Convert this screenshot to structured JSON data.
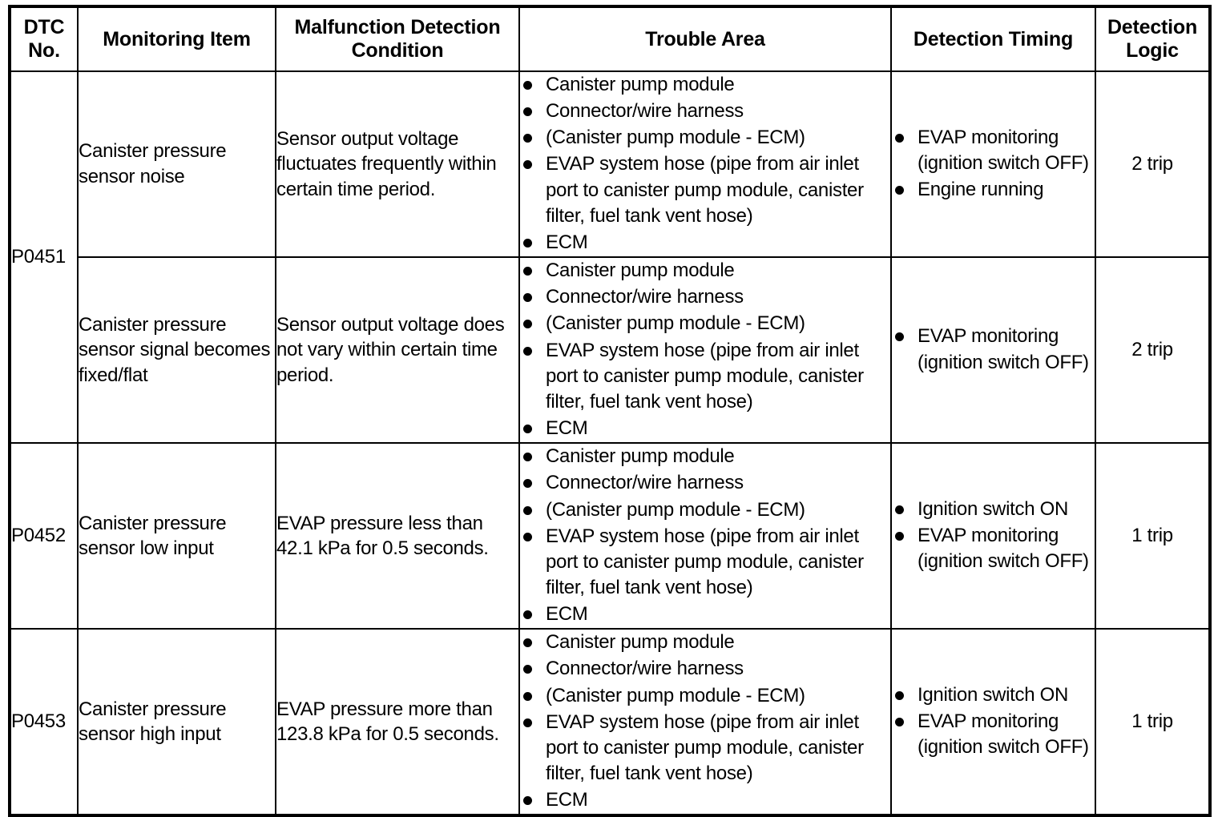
{
  "table": {
    "headers": [
      "DTC\nNo.",
      "Monitoring Item",
      "Malfunction Detection\nCondition",
      "Trouble Area",
      "Detection Timing",
      "Detection\nLogic"
    ],
    "header_dtc_line1": "DTC",
    "header_dtc_line2": "No.",
    "header_monitoring_item": "Monitoring Item",
    "header_condition_line1": "Malfunction Detection",
    "header_condition_line2": "Condition",
    "header_trouble_area": "Trouble Area",
    "header_detection_timing": "Detection Timing",
    "header_logic_line1": "Detection",
    "header_logic_line2": "Logic",
    "common_trouble_area": [
      "Canister pump module",
      "Connector/wire harness",
      "(Canister pump module - ECM)",
      "EVAP system hose (pipe from air inlet port to canister pump module, canister filter, fuel tank vent hose)",
      "ECM"
    ],
    "rows": [
      {
        "dtc_no": "P0451",
        "dtc_rowspan": 2,
        "monitoring_item": "Canister pressure sensor noise",
        "malfunction_detection_condition": "Sensor output voltage fluctuates frequently within certain time period.",
        "trouble_area": [
          "Canister pump module",
          "Connector/wire harness",
          "(Canister pump module - ECM)",
          "EVAP system hose (pipe from air inlet port to canister pump module, canister filter, fuel tank vent hose)",
          "ECM"
        ],
        "detection_timing": [
          "EVAP monitoring (ignition switch OFF)",
          "Engine running"
        ],
        "detection_logic": "2 trip"
      },
      {
        "dtc_no": "",
        "dtc_rowspan": 0,
        "monitoring_item": "Canister pressure sensor signal becomes fixed/flat",
        "malfunction_detection_condition": "Sensor output voltage does not vary within certain time period.",
        "trouble_area": [
          "Canister pump module",
          "Connector/wire harness",
          "(Canister pump module - ECM)",
          "EVAP system hose (pipe from air inlet port to canister pump module, canister filter, fuel tank vent hose)",
          "ECM"
        ],
        "detection_timing": [
          "EVAP monitoring (ignition switch OFF)"
        ],
        "detection_logic": "2 trip"
      },
      {
        "dtc_no": "P0452",
        "dtc_rowspan": 1,
        "monitoring_item": "Canister pressure sensor low input",
        "malfunction_detection_condition": "EVAP pressure less than 42.1 kPa for 0.5 seconds.",
        "trouble_area": [
          "Canister pump module",
          "Connector/wire harness",
          "(Canister pump module - ECM)",
          "EVAP system hose (pipe from air inlet port to canister pump module, canister filter, fuel tank vent hose)",
          "ECM"
        ],
        "detection_timing": [
          "Ignition switch ON",
          "EVAP monitoring (ignition switch OFF)"
        ],
        "detection_logic": "1 trip"
      },
      {
        "dtc_no": "P0453",
        "dtc_rowspan": 1,
        "monitoring_item": "Canister pressure sensor high input",
        "malfunction_detection_condition": "EVAP pressure more than 123.8 kPa for 0.5 seconds.",
        "trouble_area": [
          "Canister pump module",
          "Connector/wire harness",
          "(Canister pump module - ECM)",
          "EVAP system hose (pipe from air inlet port to canister pump module, canister filter, fuel tank vent hose)",
          "ECM"
        ],
        "detection_timing": [
          "Ignition switch ON",
          "EVAP monitoring (ignition switch OFF)"
        ],
        "detection_logic": "1 trip"
      }
    ]
  },
  "style": {
    "border_color": "#000000",
    "text_color": "#000000",
    "background": "#ffffff"
  }
}
